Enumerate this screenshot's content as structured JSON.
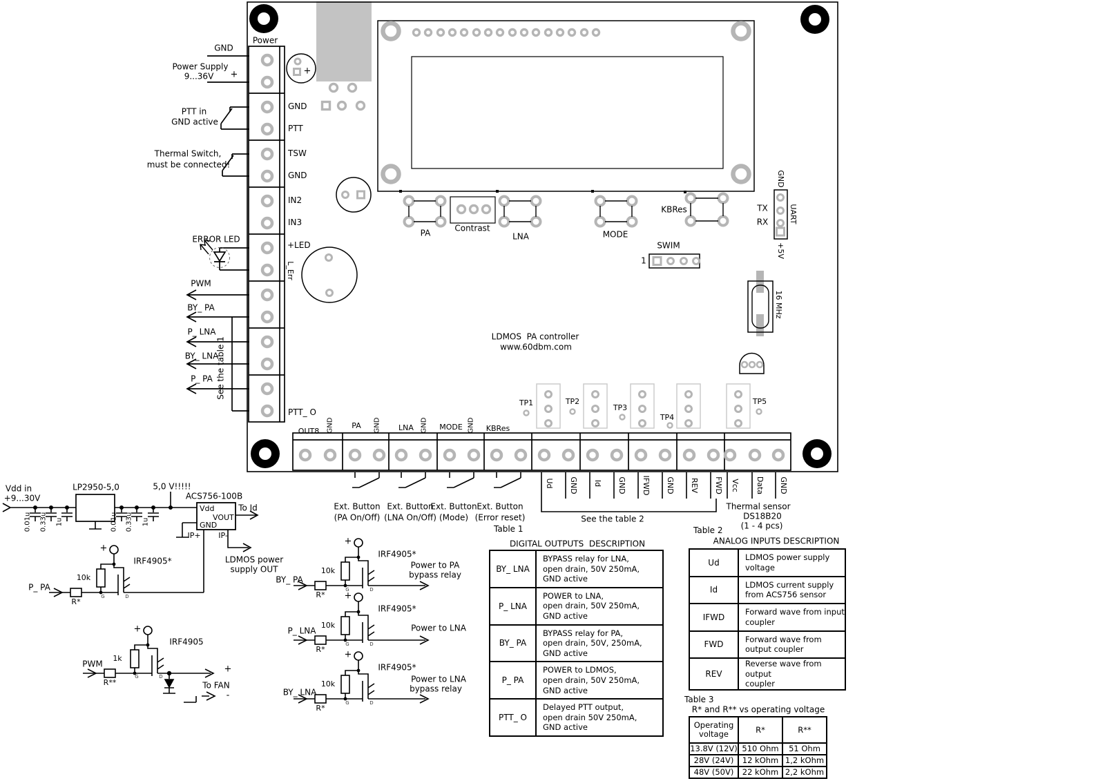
{
  "board": {
    "power_label": "Power",
    "title_l1": "LDMOS  PA controller",
    "title_l2": "www.60dbm.com",
    "cap_plus": "+",
    "left": {
      "gnd": "GND",
      "ps1": "Power Supply",
      "ps2": "9...36V",
      "plus": "+",
      "ptt1": "PTT in",
      "ptt2": "GND active",
      "th1": "Thermal Switch,",
      "th2": "must be connected!",
      "error_led": "ERROR LED",
      "pwm": "PWM",
      "by_pa": "BY_ PA",
      "p_lna": "P_ LNA",
      "by_lna": "BY_ LNA",
      "p_pa": "P_ PA",
      "see1": "See the table 1"
    },
    "pins": [
      "GND",
      "PTT",
      "TSW",
      "GND",
      "IN2",
      "IN3",
      "+LED",
      "L_Err",
      "PTT_ O"
    ],
    "buttons": {
      "pa": "PA",
      "contrast": "Contrast",
      "lna": "LNA",
      "mode": "MODE",
      "kbres": "KBRes",
      "swim": "SWIM",
      "swim_pin1": "1"
    },
    "uart": {
      "gnd": "GND",
      "tx": "TX",
      "rx": "RX",
      "name": "UART",
      "v5": "+5V"
    },
    "xtal": "16 MHz",
    "testpoints": [
      "TP1",
      "TP2",
      "TP3",
      "TP4",
      "TP5"
    ],
    "strip_top": [
      "OUT8",
      "GND",
      "PA",
      "GND",
      "LNA",
      "GND",
      "MODE",
      "GND",
      "KBRes"
    ],
    "strip_bottom": [
      "Ud",
      "GND",
      "Id",
      "GND",
      "IFWD",
      "GND",
      "REV",
      "FWD",
      "Vcc",
      "Data",
      "GND"
    ]
  },
  "bottom": {
    "ext": [
      {
        "l1": "Ext. Button",
        "l2": "(PA On/Off)"
      },
      {
        "l1": "Ext. Button",
        "l2": "(LNA On/Off)"
      },
      {
        "l1": "Ext. Button",
        "l2": "(Mode)"
      },
      {
        "l1": "Ext. Button",
        "l2": "(Error reset)"
      }
    ],
    "see2": "See the table 2",
    "th1": "Thermal sensor",
    "th2": "DS18B20",
    "th3": "(1 - 4 pcs)"
  },
  "schematic": {
    "vdd1": "Vdd in",
    "vdd2": "+9...30V",
    "lp": "LP2950-5,0",
    "caps": [
      "0.01u",
      "0.33u",
      "1u",
      "0.01u",
      "0.33u",
      "1u"
    ],
    "v5": "5,0 V!!!!!",
    "acs": "ACS756-100B",
    "acs_vdd": "Vdd",
    "acs_vout": "VOUT",
    "acs_gnd": "GND",
    "ip_p": "IP+",
    "ip_m": "IP-",
    "to_id": "To Id",
    "ldmos1": "LDMOS power",
    "ldmos2": "supply OUT",
    "g": "G",
    "d": "D",
    "c": [
      {
        "input": "P_ PA",
        "r": "R*",
        "pull": "10k",
        "fet": "IRF4905*"
      },
      {
        "input": "PWM",
        "r": "R**",
        "pull": "1k",
        "fet": "IRF4905",
        "out_plus": "+",
        "to_fan": "To FAN",
        "out_minus": "-"
      },
      {
        "input": "BY_ PA",
        "r": "R*",
        "pull": "10k",
        "fet": "IRF4905*",
        "out1": "Power to PA",
        "out2": "bypass relay"
      },
      {
        "input": "P_ LNA",
        "r": "R*",
        "pull": "10k",
        "fet": "IRF4905*",
        "out1": "Power to LNA"
      },
      {
        "input": "BY_ LNA",
        "r": "R*",
        "pull": "10k",
        "fet": "IRF4905*",
        "out1": "Power to LNA",
        "out2": "bypass relay"
      }
    ]
  },
  "tables": {
    "t1": {
      "label": "Table 1",
      "title": "DIGITAL OUTPUTS  DESCRIPTION",
      "rows": [
        {
          "name": "BY_ LNA",
          "desc": "BYPASS relay for LNA,\nopen drain, 50V 250mA,\nGND  active"
        },
        {
          "name": "P_ LNA",
          "desc": "POWER to LNA,\nopen drain, 50V 250mA,\nGND  active"
        },
        {
          "name": "BY_ PA",
          "desc": "BYPASS relay for PA,\nopen drain, 50V, 250mA,\nGND  active"
        },
        {
          "name": "P_ PA",
          "desc": "POWER to LDMOS,\nopen drain, 50V 250mA,\nGND  active"
        },
        {
          "name": "PTT_ O",
          "desc": "Delayed PTT output,\nopen drain 50V 250mA,\nGND active"
        }
      ]
    },
    "t2": {
      "label": "Table 2",
      "title": "ANALOG INPUTS DESCRIPTION",
      "rows": [
        {
          "name": "Ud",
          "desc": "LDMOS power supply\nvoltage"
        },
        {
          "name": "Id",
          "desc": "LDMOS current supply\nfrom ACS756 sensor"
        },
        {
          "name": "IFWD",
          "desc": "Forward wave from input\ncoupler"
        },
        {
          "name": "FWD",
          "desc": "Forward wave from\noutput coupler"
        },
        {
          "name": "REV",
          "desc": "Reverse wave from output\ncoupler"
        }
      ]
    },
    "t3": {
      "label": "Table 3",
      "title": "R* and R** vs operating voltage",
      "headers": [
        "Operating\nvoltage",
        "R*",
        "R**"
      ],
      "rows": [
        [
          "13.8V (12V)",
          "510 Ohm",
          "51 Ohm"
        ],
        [
          "28V (24V)",
          "12 kOhm",
          "1,2 kOhm"
        ],
        [
          "48V (50V)",
          "22 kOhm",
          "2,2 kOhm"
        ]
      ]
    }
  }
}
